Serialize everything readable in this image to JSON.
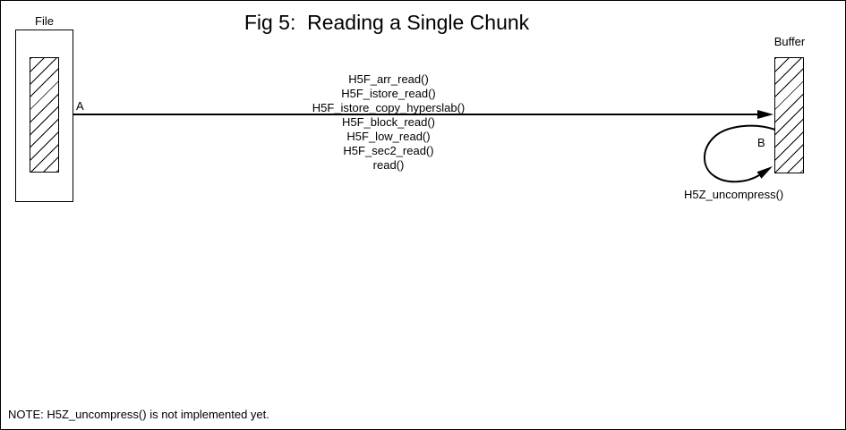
{
  "title": "Fig 5:  Reading a Single Chunk",
  "file": {
    "label": "File"
  },
  "buffer": {
    "label": "Buffer"
  },
  "arrow_a": {
    "label": "A"
  },
  "arrow_b": {
    "label": "B",
    "caption": "H5Z_uncompress()"
  },
  "call_stack": {
    "lines": [
      "H5F_arr_read()",
      "H5F_istore_read()",
      "H5F_istore_copy_hyperslab()",
      "H5F_block_read()",
      "H5F_low_read()",
      "H5F_sec2_read()",
      "read()"
    ]
  },
  "note": "NOTE: H5Z_uncompress() is not implemented yet.",
  "colors": {
    "ink": "#000000",
    "background": "#ffffff"
  }
}
